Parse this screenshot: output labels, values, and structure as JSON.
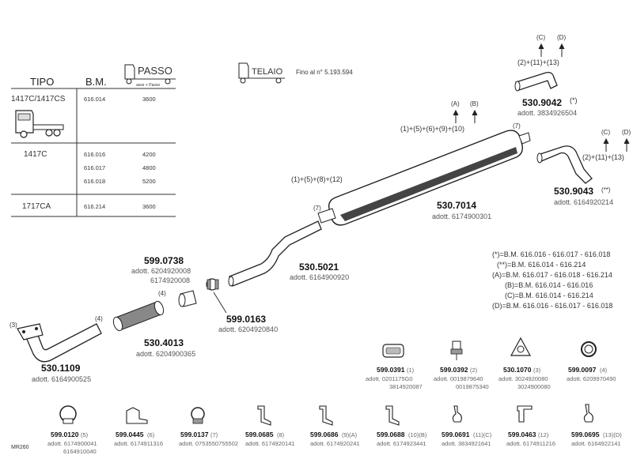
{
  "table": {
    "headers": {
      "tipo": "TIPO",
      "bm": "B.M."
    },
    "rows": [
      {
        "tipo": "1417C/1417CS",
        "bm": "616.014",
        "val": "3600"
      },
      {
        "tipo": "1417C",
        "bm": "616.016",
        "val": "4200"
      },
      {
        "tipo": "",
        "bm": "616.017",
        "val": "4800"
      },
      {
        "tipo": "",
        "bm": "616.018",
        "val": "5200"
      },
      {
        "tipo": "1717CA",
        "bm": "616.214",
        "val": "3600"
      }
    ]
  },
  "passo": {
    "label": "PASSO",
    "sub": "asse + Passo"
  },
  "telaio": {
    "label": "TELAIO",
    "note": "Fino al n° 5.193.594"
  },
  "parts": {
    "p5301109": {
      "num": "530.1109",
      "adott": "adott. 6164900525",
      "ref": "(3)",
      "ref2": "(4)"
    },
    "p5304013": {
      "num": "530.4013",
      "adott": "adott. 6204900365",
      "ref": "(4)"
    },
    "p5990738": {
      "num": "599.0738",
      "adott1": "adott. 6204920008",
      "adott2": "6174920008"
    },
    "p5990163": {
      "num": "599.0163",
      "adott": "adott. 6204920840"
    },
    "p5305021": {
      "num": "530.5021",
      "adott": "adott. 6164900920",
      "ref": "(7)"
    },
    "p5307014": {
      "num": "530.7014",
      "adott": "adott. 6174900301",
      "ref": "(7)"
    },
    "p5309042": {
      "num": "530.9042",
      "mark": "(*)",
      "adott": "adott. 3834926504"
    },
    "p5309043": {
      "num": "530.9043",
      "mark": "(**)",
      "adott": "adott. 6164920214"
    }
  },
  "formulas": {
    "f1": "(1)+(5)+(8)+(12)",
    "f2": "(1)+(5)+(6)+(9)+(10)",
    "f3": "(2)+(11)+(13)",
    "f4": "(2)+(11)+(13)"
  },
  "arrows": {
    "a1": "(A)",
    "b1": "(B)",
    "c1": "(C)",
    "d1": "(D)",
    "c2": "(C)",
    "d2": "(D)"
  },
  "legend": [
    "(*)=B.M. 616.016 - 616.017 - 616.018",
    "(**)=B.M. 616.014 - 616.214",
    "(A)=B.M. 616.017 - 616.018 - 616.214",
    "(B)=B.M. 616.014 - 616.016",
    "(C)=B.M. 616.014 - 616.214",
    "(D)=B.M. 616.016 - 616.017 - 616.018"
  ],
  "accessories": [
    {
      "num": "599.0391",
      "ref": "(1)",
      "adott1": "adott. 0201175G0",
      "adott2": "3814920087"
    },
    {
      "num": "599.0392",
      "ref": "(2)",
      "adott1": "adott. 0019879640",
      "adott2": "0019875340"
    },
    {
      "num": "530.1070",
      "ref": "(3)",
      "adott1": "adott. 3024920080",
      "adott2": "3024900080"
    },
    {
      "num": "599.0097",
      "ref": "(4)",
      "adott1": "adott. 6209970490",
      "adott2": ""
    },
    {
      "num": "599.0120",
      "ref": "(5)",
      "adott1": "adott. 6174900041",
      "adott2": "6164910040"
    },
    {
      "num": "599.0445",
      "ref": "(6)",
      "adott1": "adott. 6174911316",
      "adott2": ""
    },
    {
      "num": "599.0137",
      "ref": "(7)",
      "adott1": "adott. 0753550755502",
      "adott2": ""
    },
    {
      "num": "599.0685",
      "ref": "(8)",
      "adott1": "adott. 6174920141",
      "adott2": ""
    },
    {
      "num": "599.0686",
      "ref": "(9)(A)",
      "adott1": "adott. 6174920241",
      "adott2": ""
    },
    {
      "num": "599.0688",
      "ref": "(10)(B)",
      "adott1": "adott. 6174923441",
      "adott2": ""
    },
    {
      "num": "599.0691",
      "ref": "(11)(C)",
      "adott1": "adott. 3834921641",
      "adott2": ""
    },
    {
      "num": "599.0463",
      "ref": "(12)",
      "adott1": "adott. 6174911216",
      "adott2": ""
    },
    {
      "num": "599.0695",
      "ref": "(13)(D)",
      "adott1": "adott. 6164922141",
      "adott2": ""
    }
  ],
  "code": "MR260"
}
